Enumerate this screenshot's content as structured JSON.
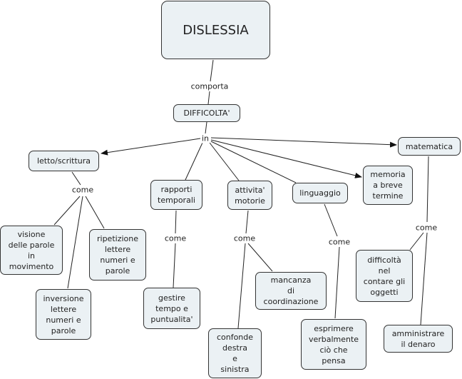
{
  "title": "DISLESSIA",
  "nodes": {
    "root": "DISLESSIA",
    "difficolta": "DIFFICOLTA'",
    "letto": "letto/scrittura",
    "rapporti": "rapporti\ntemporali",
    "attivita": "attivita'\nmotorie",
    "linguaggio": "linguaggio",
    "memoria": "memoria\na breve\ntermine",
    "matematica": "matematica",
    "visione": "visione\ndelle parole\nin\nmovimento",
    "inversione": "inversione\nlettere\nnumeri e\nparole",
    "ripetizione": "ripetizione\nlettere\nnumeri e\nparole",
    "gestire": "gestire\ntempo e\npuntualita'",
    "mancanza": "mancanza\ndi\ncoordinazione",
    "confonde": "confonde\ndestra\ne\nsinistra",
    "esprimere": "esprimere\nverbalmente\nciò che\npensa",
    "contare": "difficoltà\nnel\ncontare gli\noggetti",
    "denaro": "amministrare\nil denaro"
  },
  "link_labels": {
    "comporta": "comporta",
    "in": "in",
    "come_letto": "come",
    "come_rapporti": "come",
    "come_attivita": "come",
    "come_linguaggio": "come",
    "come_matematica": "come"
  },
  "colors": {
    "node_fill": "#ebf1f4",
    "node_border": "#333333",
    "line": "#222222"
  }
}
